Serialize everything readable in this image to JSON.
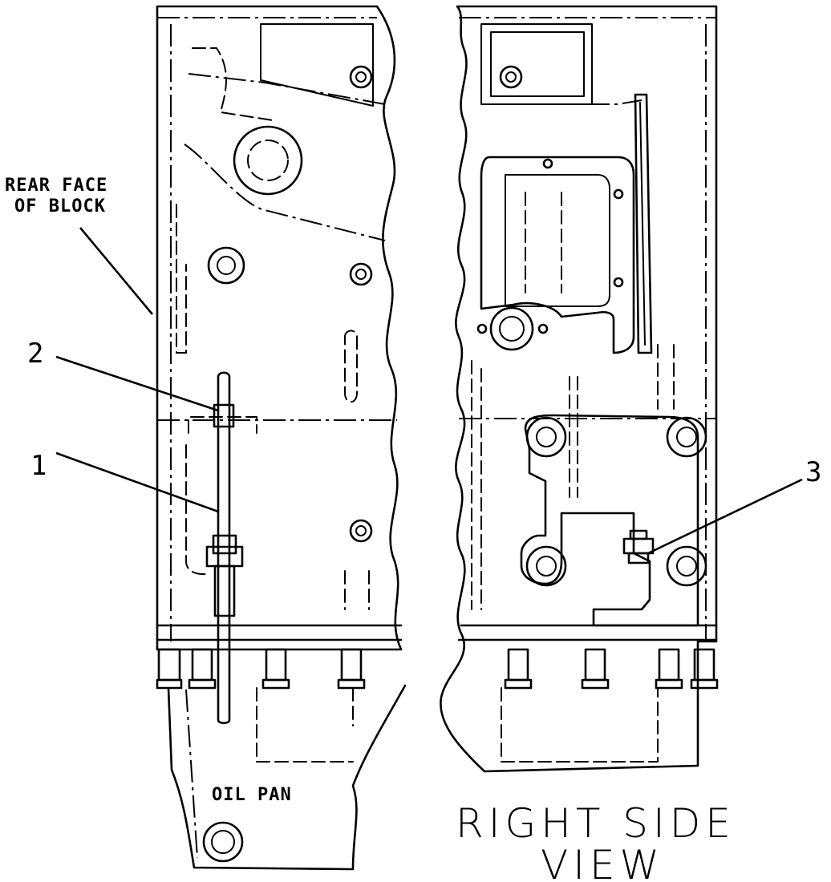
{
  "labels": {
    "rear_face_line1": "REAR FACE",
    "rear_face_line2": "OF BLOCK",
    "callout_1": "1",
    "callout_2": "2",
    "callout_3": "3",
    "oil_pan": "OIL PAN",
    "view_title_line1": "RIGHT SIDE",
    "view_title_line2": "VIEW"
  },
  "colors": {
    "line": "#000000",
    "background": "#ffffff"
  }
}
